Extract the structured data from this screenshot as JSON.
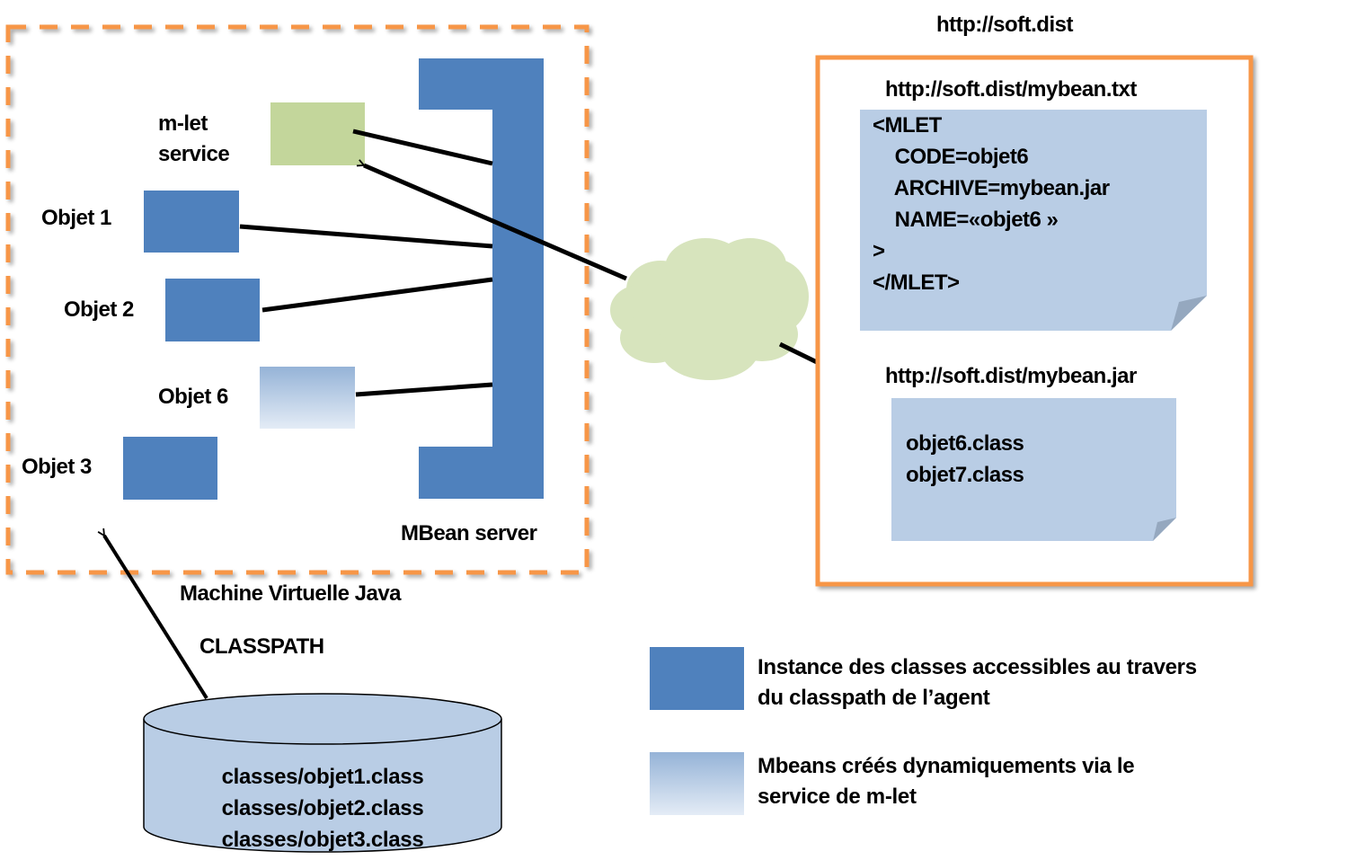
{
  "colors": {
    "instance_blue": "#4f81bd",
    "mlet_green": "#c3d69b",
    "cloud_green": "#d7e4bd",
    "note_blue": "#b9cde5",
    "note_fold": "#95a8bf",
    "border_orange": "#f79646",
    "dynamic_gradient_top": "#95b3d7",
    "dynamic_gradient_bottom": "#e4ecf6"
  },
  "jvm": {
    "label": "Machine Virtuelle Java",
    "mbean_server_label": "MBean server",
    "mlet_service_label_line1": "m-let",
    "mlet_service_label_line2": "service",
    "objects": [
      {
        "label": "Objet 1",
        "kind": "instance"
      },
      {
        "label": "Objet 2",
        "kind": "instance"
      },
      {
        "label": "Objet 6",
        "kind": "dynamic"
      },
      {
        "label": "Objet 3",
        "kind": "instance"
      }
    ]
  },
  "classpath": {
    "label": "CLASSPATH",
    "files": [
      "classes/objet1.class",
      "classes/objet2.class",
      "classes/objet3.class"
    ]
  },
  "server": {
    "host_label": "http://soft.dist",
    "txt_url": "http://soft.dist/mybean.txt",
    "txt_lines": [
      "<MLET",
      "    CODE=objet6",
      "    ARCHIVE=mybean.jar",
      "    NAME=«objet6 »",
      ">",
      "</MLET>"
    ],
    "jar_url": "http://soft.dist/mybean.jar",
    "jar_lines": [
      "objet6.class",
      "objet7.class"
    ]
  },
  "legend": [
    {
      "kind": "instance",
      "text": "Instance des classes accessibles au travers du classpath de l’agent"
    },
    {
      "kind": "dynamic",
      "text": "Mbeans créés dynamiquements  via le service de m-let"
    }
  ]
}
